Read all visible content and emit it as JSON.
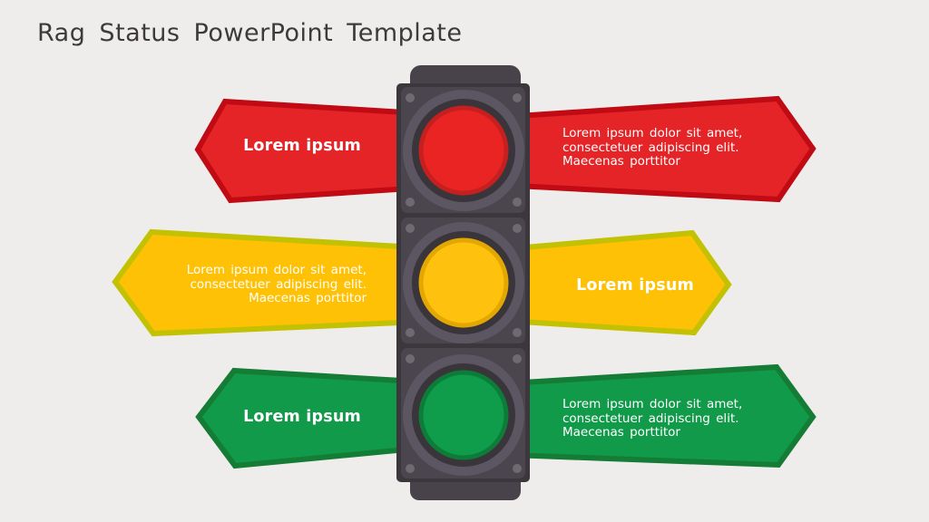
{
  "slide": {
    "title": "Rag Status PowerPoint Template"
  },
  "rows": [
    {
      "status": "red",
      "fill": "#e42426",
      "border": "#c00b14",
      "label": "Lorem ipsum",
      "label_side": "left",
      "paragraph": [
        "Lorem ipsum dolor sit amet,",
        "consectetuer adipiscing elit.",
        "Maecenas porttitor"
      ]
    },
    {
      "status": "amber",
      "fill": "#fec106",
      "border": "#c3c103",
      "label": "Lorem ipsum",
      "label_side": "right",
      "paragraph": [
        "Lorem ipsum dolor sit amet,",
        "consectetuer adipiscing elit.",
        "Maecenas porttitor"
      ]
    },
    {
      "status": "green",
      "fill": "#119a49",
      "border": "#147c35",
      "label": "Lorem ipsum",
      "label_side": "left",
      "paragraph": [
        "Lorem ipsum dolor sit amet,",
        "consectetuer adipiscing elit.",
        "Maecenas porttitor"
      ]
    }
  ],
  "traffic_light": {
    "lamps": [
      {
        "name": "red-lamp",
        "fill": "#ea2423",
        "border": "#c52020"
      },
      {
        "name": "amber-lamp",
        "fill": "#fec10d",
        "border": "#e2a700"
      },
      {
        "name": "green-lamp",
        "fill": "#0f9c4b",
        "border": "#0d7c39"
      }
    ]
  }
}
